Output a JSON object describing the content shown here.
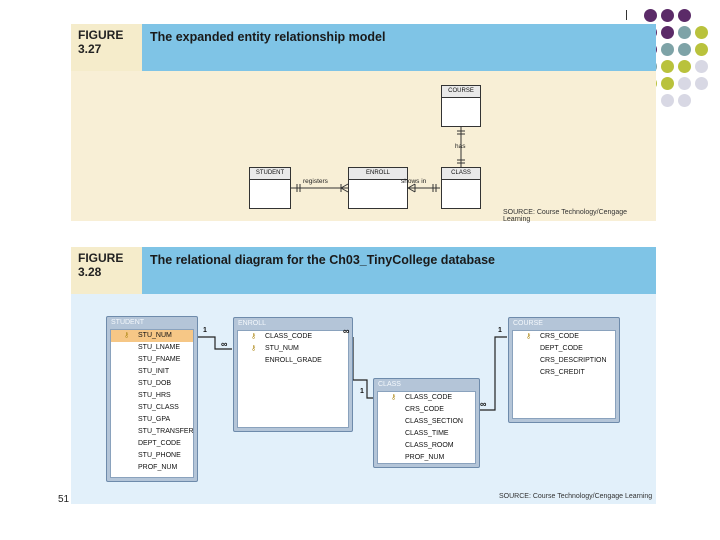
{
  "figure1": {
    "label": "FIGURE\n3.27",
    "title": "The expanded entity relationship model",
    "entities": {
      "course": "COURSE",
      "student": "STUDENT",
      "enroll": "ENROLL",
      "class": "CLASS"
    },
    "relationships": {
      "has": "has",
      "registers": "registers",
      "shows_in": "shows in"
    },
    "source": "SOURCE: Course Technology/Cengage Learning"
  },
  "figure2": {
    "label": "FIGURE\n3.28",
    "title": "The relational diagram for the Ch03_TinyCollege database",
    "tables": {
      "student": {
        "title": "STUDENT",
        "fields": [
          "STU_NUM",
          "STU_LNAME",
          "STU_FNAME",
          "STU_INIT",
          "STU_DOB",
          "STU_HRS",
          "STU_CLASS",
          "STU_GPA",
          "STU_TRANSFER",
          "DEPT_CODE",
          "STU_PHONE",
          "PROF_NUM"
        ]
      },
      "enroll": {
        "title": "ENROLL",
        "fields": [
          "CLASS_CODE",
          "STU_NUM",
          "ENROLL_GRADE"
        ]
      },
      "class": {
        "title": "CLASS",
        "fields": [
          "CLASS_CODE",
          "CRS_CODE",
          "CLASS_SECTION",
          "CLASS_TIME",
          "CLASS_ROOM",
          "PROF_NUM"
        ]
      },
      "course": {
        "title": "COURSE",
        "fields": [
          "CRS_CODE",
          "DEPT_CODE",
          "CRS_DESCRIPTION",
          "CRS_CREDIT"
        ]
      }
    },
    "cardinality": {
      "one": "1",
      "many": "∞"
    },
    "source": "SOURCE: Course Technology/Cengage Learning"
  },
  "page_number": "51"
}
